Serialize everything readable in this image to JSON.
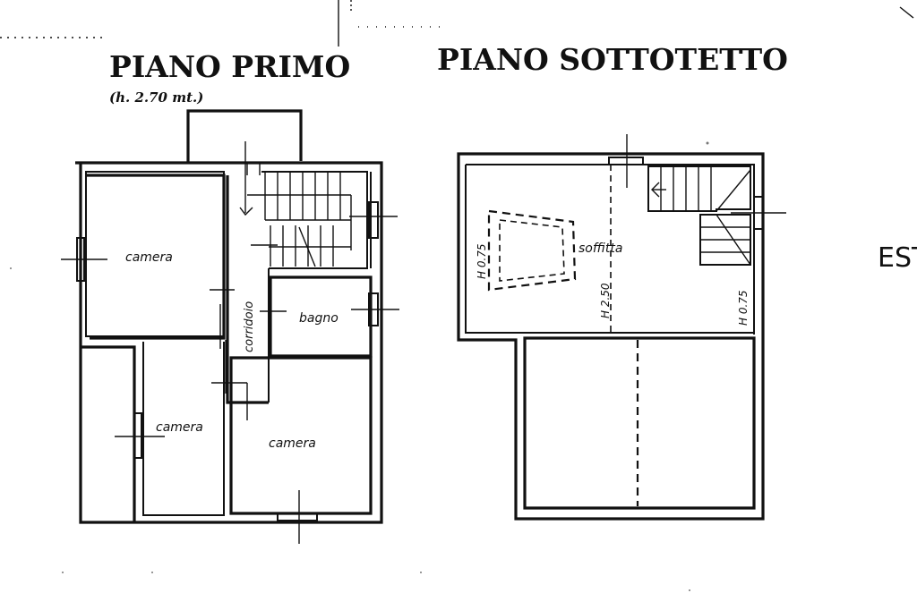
{
  "floors": {
    "first": {
      "title": "PIANO PRIMO",
      "height_note": "(h. 2.70 mt.)",
      "rooms": {
        "camera_top_left": "camera",
        "corridoio": "corridoio",
        "bagno": "bagno",
        "camera_bottom_left": "camera",
        "camera_bottom_right": "camera"
      }
    },
    "attic": {
      "title": "PIANO SOTTOTETTO",
      "labels": {
        "soffitta": "soffitta",
        "h_left": "H 0.75",
        "h_center": "H 2.50",
        "h_right": "H 0.75"
      }
    }
  },
  "cutoff_text": "EST"
}
